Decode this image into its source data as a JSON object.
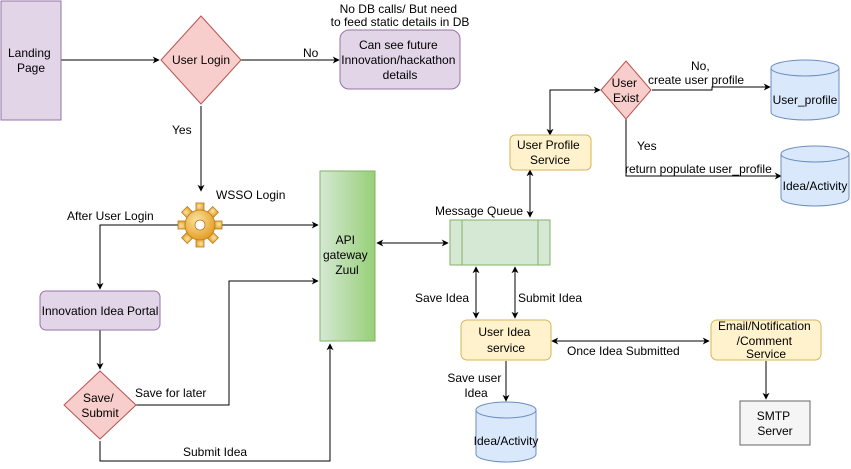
{
  "nodes": {
    "landing_page": [
      "Landing",
      "Page"
    ],
    "user_login": [
      "User Login"
    ],
    "future_details": [
      "Can see future",
      "Innovation/hackathon",
      "details"
    ],
    "wsso_login": [
      "WSSO Login"
    ],
    "api_gateway": [
      "API",
      "gateway",
      "Zuul"
    ],
    "innovation_portal": [
      "Innovation Idea Portal"
    ],
    "save_submit": [
      "Save/",
      "Submit"
    ],
    "message_queue": [
      "Message Queue"
    ],
    "user_profile_service": [
      "User Profile",
      "Service"
    ],
    "user_exist": [
      "User",
      "Exist"
    ],
    "user_profile_db": [
      "User_profile"
    ],
    "idea_activity_db_top": [
      "Idea/Activity"
    ],
    "user_idea_service": [
      "User Idea",
      "service"
    ],
    "email_service": [
      "Email/Notification",
      "/Comment",
      "Service"
    ],
    "idea_activity_db_bottom": [
      "Idea/Activity"
    ],
    "smtp_server": [
      "SMTP",
      "Server"
    ]
  },
  "labels": {
    "no_db_note": [
      "No DB calls/ But need",
      "to feed static details in DB"
    ],
    "login_no": [
      "No"
    ],
    "login_yes": [
      "Yes"
    ],
    "after_user_login": [
      "After User Login"
    ],
    "save_for_later": [
      "Save for later"
    ],
    "submit_idea_bottom": [
      "Submit Idea"
    ],
    "save_idea": [
      "Save Idea"
    ],
    "submit_idea_queue": [
      "Submit Idea"
    ],
    "save_user_idea": [
      "Save user",
      "Idea"
    ],
    "once_idea_submitted": [
      "Once Idea Submitted"
    ],
    "exist_no": [
      "No,",
      "create user profile"
    ],
    "exist_yes": [
      "Yes"
    ],
    "return_populate": [
      "return populate user_profile"
    ]
  },
  "colors": {
    "purple_fill": "#e1d5e7",
    "purple_stroke": "#9673a6",
    "red_fill": "#f8cecc",
    "red_stroke": "#b85450",
    "yellow_fill": "#fff2cc",
    "yellow_stroke": "#d6b656",
    "green_fill": "#d5e8d4",
    "green_stroke": "#82b366",
    "blue_fill": "#dae8fc",
    "blue_stroke": "#6c8ebf",
    "gray_fill": "#f5f5f5",
    "gray_stroke": "#666666",
    "gear_color": "#f0b43c"
  }
}
